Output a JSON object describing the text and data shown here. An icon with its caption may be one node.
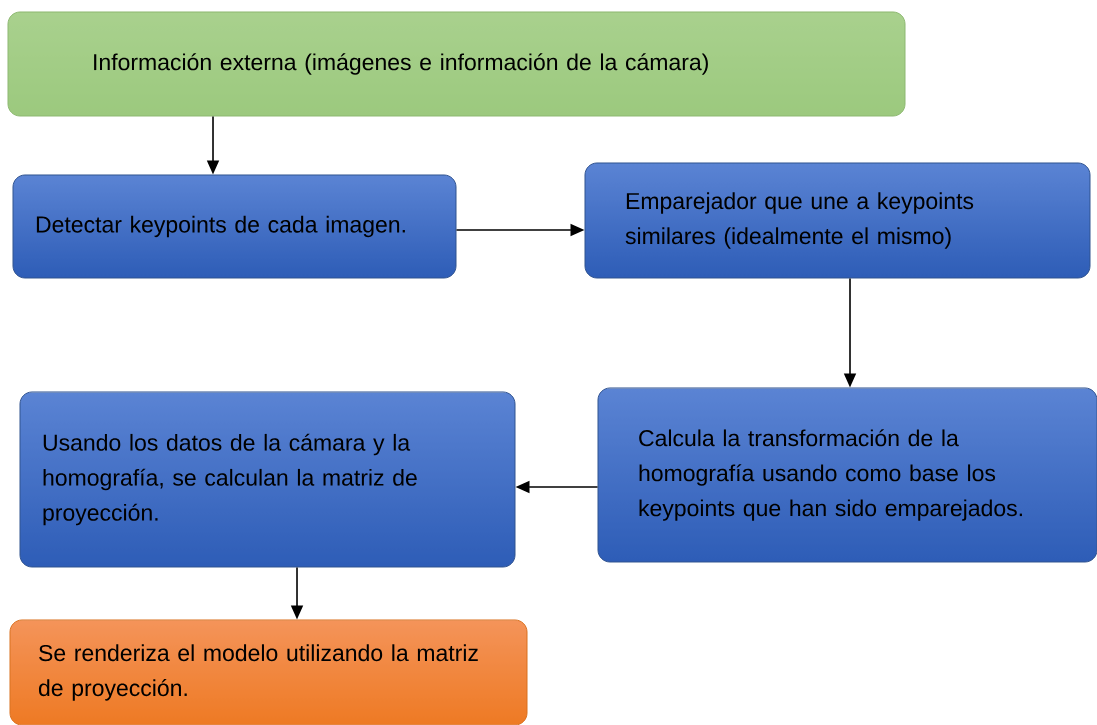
{
  "diagram": {
    "nodes": [
      {
        "text": [
          "Información externa (imágenes e información de la cámara)"
        ]
      },
      {
        "text": [
          "Detectar keypoints de cada imagen."
        ]
      },
      {
        "text": [
          "Emparejador que une a keypoints similares (idealmente el mismo)"
        ]
      },
      {
        "text": [
          "Calcula la transformación de la homografía usando como base los keypoints que han sido emparejados."
        ]
      },
      {
        "text": [
          "Usando los datos de la cámara y la homografía, se calculan la matriz de proyección."
        ]
      },
      {
        "text": [
          "Se renderiza el modelo utilizando la matriz de proyección."
        ]
      }
    ],
    "edges": [
      {
        "from": 0,
        "to": 1,
        "arrow": "to"
      },
      {
        "from": 1,
        "to": 2,
        "arrow": "to"
      },
      {
        "from": 2,
        "to": 3,
        "arrow": "to"
      },
      {
        "from": 3,
        "to": 4,
        "arrow": "to"
      },
      {
        "from": 4,
        "to": 5,
        "arrow": "to"
      }
    ]
  }
}
